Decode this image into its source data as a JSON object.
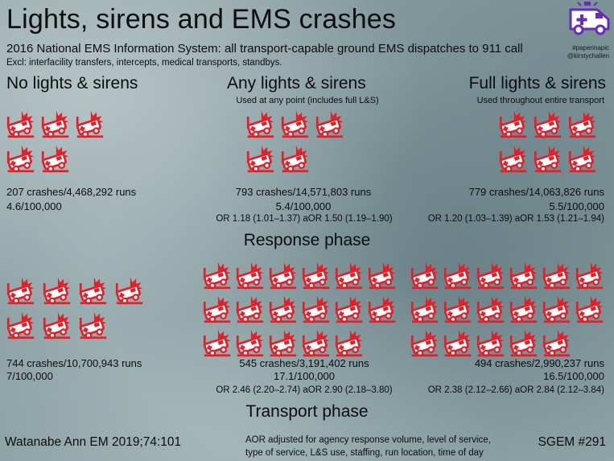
{
  "header": {
    "title": "Lights, sirens and EMS crashes",
    "subtitle": "2016 National EMS Information System: all transport-capable ground EMS dispatches to 911 call",
    "exclusions": "Excl: interfacility transfers, intercepts, medical transports, standbys.",
    "handles": [
      "#paperinapic",
      "@kirstychallen"
    ]
  },
  "columns": {
    "none": {
      "heading": "No lights & sirens",
      "note": ""
    },
    "any": {
      "heading": "Any lights & sirens",
      "note": "Used at any point (includes full L&S)"
    },
    "full": {
      "heading": "Full lights & sirens",
      "note": "Used throughout entire transport"
    }
  },
  "response_phase": {
    "label": "Response phase",
    "none": {
      "icon_count": 5,
      "crashes": "207 crashes/4,468,292 runs",
      "rate": "4.6/100,000",
      "ratio": ""
    },
    "any": {
      "icon_count": 5,
      "crashes": "793 crashes/14,571,803 runs",
      "rate": "5.4/100,000",
      "ratio": "OR 1.18 (1.01–1.37) aOR 1.50 (1.19–1.90)"
    },
    "full": {
      "icon_count": 6,
      "crashes": "779 crashes/14,063,826 runs",
      "rate": "5.5/100,000",
      "ratio": "OR 1.20 (1.03–1.39) aOR 1.53 (1.21–1.94)"
    }
  },
  "transport_phase": {
    "label": "Transport phase",
    "none": {
      "icon_count": 7,
      "crashes": "744 crashes/10,700,943 runs",
      "rate": "7/100,000",
      "ratio": ""
    },
    "any": {
      "icon_count": 17,
      "crashes": "545 crashes/3,191,402 runs",
      "rate": "17.1/100,000",
      "ratio": "OR 2.46 (2.20–2.74) aOR 2.90 (2.18–3.80)"
    },
    "full": {
      "icon_count": 17,
      "crashes": "494 crashes/2,990,237 runs",
      "rate": "16.5/100,000",
      "ratio": "OR 2.38 (2.12–2.66) aOR 2.84 (2.12–3.84)"
    }
  },
  "footer": {
    "citation": "Watanabe Ann EM 2019;74:101",
    "note_line1": "AOR adjusted for agency response volume, level of service,",
    "note_line2": "type of service, L&S use, staffing, run location, time of day",
    "episode": "SGEM #291"
  },
  "colors": {
    "crash_icon": "#e0202a",
    "ambulance_logo": "#6a2bb5",
    "background": "#8ea3a6"
  },
  "icons": {
    "crash": "ambulance-crash-icon",
    "logo": "ambulance-icon"
  }
}
